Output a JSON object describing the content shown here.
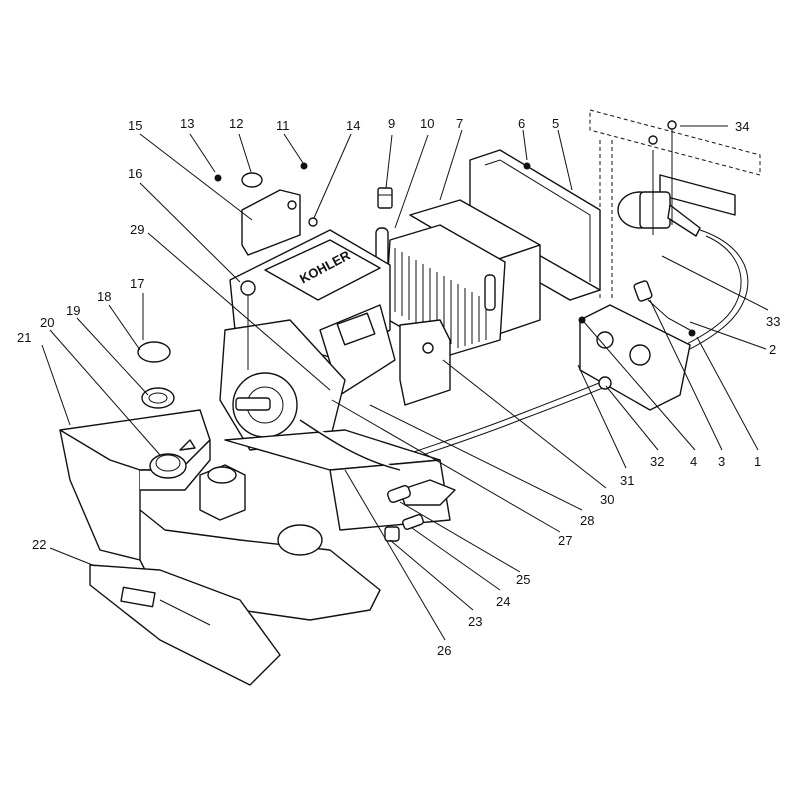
{
  "diagram": {
    "callouts": [
      {
        "num": "1"
      },
      {
        "num": "2"
      },
      {
        "num": "3"
      },
      {
        "num": "4"
      },
      {
        "num": "5"
      },
      {
        "num": "6"
      },
      {
        "num": "7"
      },
      {
        "num": "9"
      },
      {
        "num": "10"
      },
      {
        "num": "11"
      },
      {
        "num": "12"
      },
      {
        "num": "13"
      },
      {
        "num": "14"
      },
      {
        "num": "15"
      },
      {
        "num": "16"
      },
      {
        "num": "17"
      },
      {
        "num": "18"
      },
      {
        "num": "19"
      },
      {
        "num": "20"
      },
      {
        "num": "21"
      },
      {
        "num": "22"
      },
      {
        "num": "23"
      },
      {
        "num": "24"
      },
      {
        "num": "25"
      },
      {
        "num": "26"
      },
      {
        "num": "27"
      },
      {
        "num": "28"
      },
      {
        "num": "29"
      },
      {
        "num": "30"
      },
      {
        "num": "31"
      },
      {
        "num": "32"
      },
      {
        "num": "33"
      },
      {
        "num": "34"
      }
    ],
    "engine_brand": "KOHLER"
  }
}
